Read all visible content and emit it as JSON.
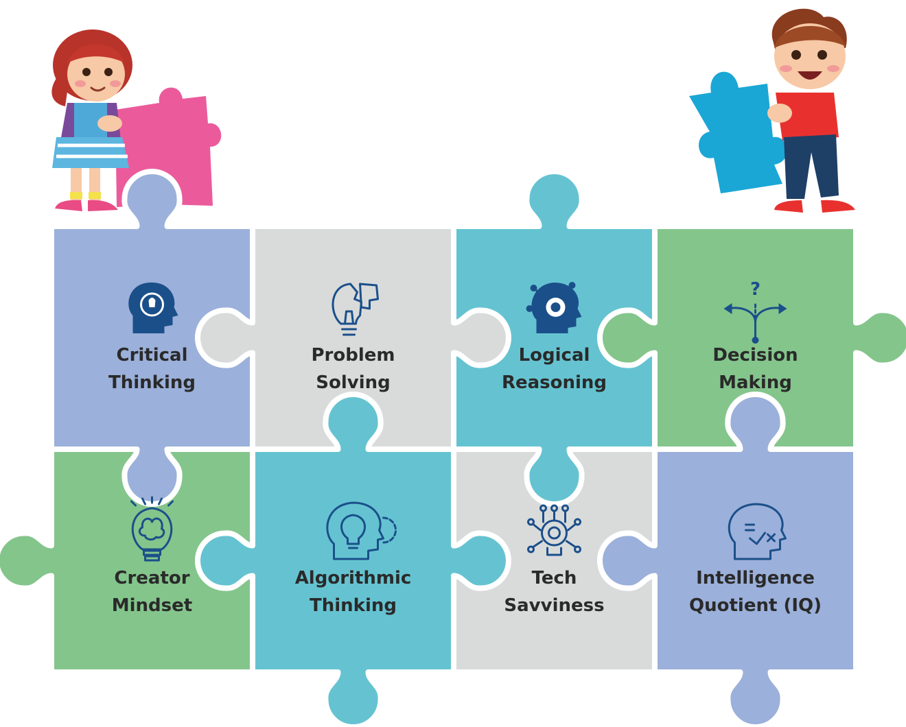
{
  "puzzle": {
    "rows": 2,
    "cols": 4,
    "pieces": [
      {
        "label_lines": [
          "Critical",
          "Thinking"
        ],
        "color": "#9BB0DA",
        "icon": "head-gear-icon"
      },
      {
        "label_lines": [
          "Problem",
          "Solving"
        ],
        "color": "#D9DBDB",
        "icon": "lightbulb-puzzle-icon"
      },
      {
        "label_lines": [
          "Logical",
          "Reasoning"
        ],
        "color": "#65C3D1",
        "icon": "head-network-icon"
      },
      {
        "label_lines": [
          "Decision",
          "Making"
        ],
        "color": "#84C58C",
        "icon": "crossroads-arrows-icon"
      },
      {
        "label_lines": [
          "Creator",
          "Mindset"
        ],
        "color": "#84C58C",
        "icon": "lightbulb-brain-icon"
      },
      {
        "label_lines": [
          "Algorithmic",
          "Thinking"
        ],
        "color": "#65C3D1",
        "icon": "head-lightbulb-gear-icon"
      },
      {
        "label_lines": [
          "Tech",
          "Savviness"
        ],
        "color": "#D9DBDB",
        "icon": "circuit-gear-icon"
      },
      {
        "label_lines": [
          "Intelligence",
          "Quotient (IQ)"
        ],
        "color": "#9BB0DA",
        "icon": "head-check-icon"
      }
    ]
  },
  "characters": [
    {
      "name": "girl-with-pink-puzzle-piece",
      "piece_color": "#EB5B9C"
    },
    {
      "name": "boy-with-blue-puzzle-piece",
      "piece_color": "#1AA7D6"
    }
  ],
  "icon_color": "#1B4F8A"
}
